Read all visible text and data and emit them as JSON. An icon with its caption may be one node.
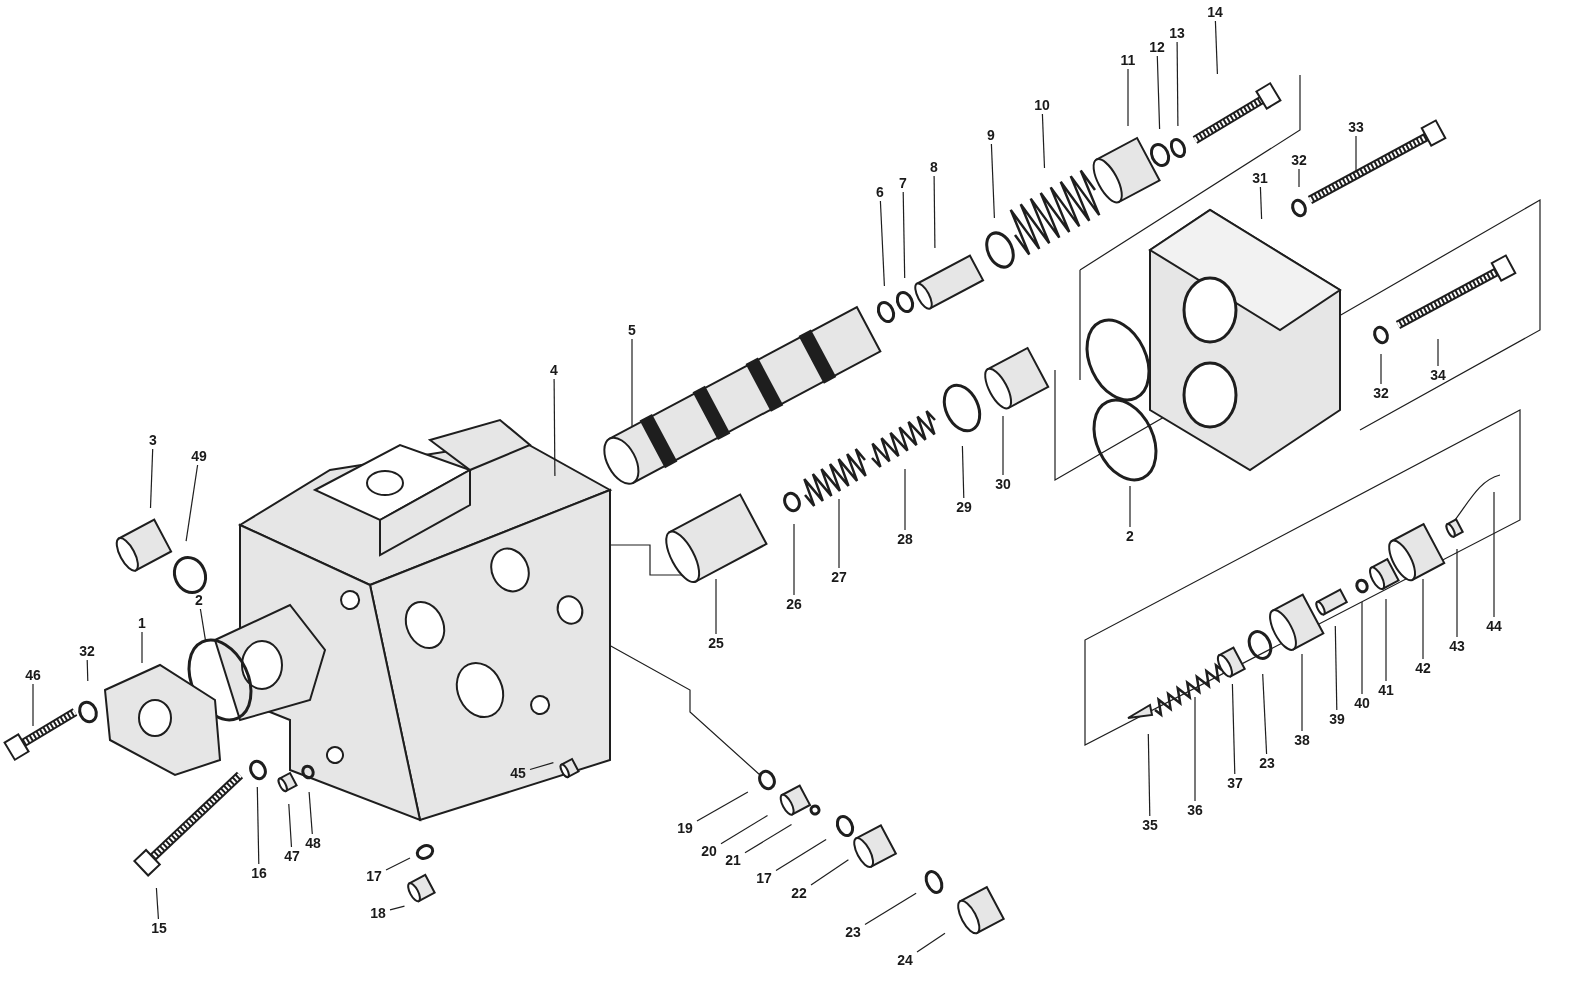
{
  "diagram": {
    "nodes": [
      {
        "text": [
          "14"
        ]
      },
      {
        "text": [
          "11"
        ]
      },
      {
        "text": [
          "12"
        ]
      },
      {
        "text": [
          "13"
        ]
      },
      {
        "text": [
          "10"
        ]
      },
      {
        "text": [
          "9"
        ]
      },
      {
        "text": [
          "8"
        ]
      },
      {
        "text": [
          "7"
        ]
      },
      {
        "text": [
          "6"
        ]
      },
      {
        "text": [
          "33"
        ]
      },
      {
        "text": [
          "32"
        ]
      },
      {
        "text": [
          "31"
        ]
      },
      {
        "text": [
          "5"
        ]
      },
      {
        "text": [
          "4"
        ]
      },
      {
        "text": [
          "3"
        ]
      },
      {
        "text": [
          "49"
        ]
      },
      {
        "text": [
          "30"
        ]
      },
      {
        "text": [
          "29"
        ]
      },
      {
        "text": [
          "28"
        ]
      },
      {
        "text": [
          "27"
        ]
      },
      {
        "text": [
          "26"
        ]
      },
      {
        "text": [
          "25"
        ]
      },
      {
        "text": [
          "2"
        ]
      },
      {
        "text": [
          "34"
        ]
      },
      {
        "text": [
          "32"
        ]
      },
      {
        "text": [
          "44"
        ]
      },
      {
        "text": [
          "43"
        ]
      },
      {
        "text": [
          "42"
        ]
      },
      {
        "text": [
          "41"
        ]
      },
      {
        "text": [
          "40"
        ]
      },
      {
        "text": [
          "39"
        ]
      },
      {
        "text": [
          "38"
        ]
      },
      {
        "text": [
          "23"
        ]
      },
      {
        "text": [
          "37"
        ]
      },
      {
        "text": [
          "36"
        ]
      },
      {
        "text": [
          "35"
        ]
      },
      {
        "text": [
          "1"
        ]
      },
      {
        "text": [
          "2"
        ]
      },
      {
        "text": [
          "32"
        ]
      },
      {
        "text": [
          "46"
        ]
      },
      {
        "text": [
          "45"
        ]
      },
      {
        "text": [
          "16"
        ]
      },
      {
        "text": [
          "47"
        ]
      },
      {
        "text": [
          "48"
        ]
      },
      {
        "text": [
          "15"
        ]
      },
      {
        "text": [
          "17"
        ]
      },
      {
        "text": [
          "18"
        ]
      },
      {
        "text": [
          "19"
        ]
      },
      {
        "text": [
          "20"
        ]
      },
      {
        "text": [
          "21"
        ]
      },
      {
        "text": [
          "17"
        ]
      },
      {
        "text": [
          "22"
        ]
      },
      {
        "text": [
          "23"
        ]
      },
      {
        "text": [
          "24"
        ]
      }
    ],
    "edges": [
      {
        "from": 0,
        "to": null,
        "arrow": "none"
      },
      {
        "from": 1,
        "to": null,
        "arrow": "none"
      },
      {
        "from": 2,
        "to": null,
        "arrow": "none"
      },
      {
        "from": 3,
        "to": null,
        "arrow": "none"
      },
      {
        "from": 4,
        "to": null,
        "arrow": "none"
      },
      {
        "from": 5,
        "to": null,
        "arrow": "none"
      },
      {
        "from": 6,
        "to": null,
        "arrow": "none"
      },
      {
        "from": 7,
        "to": null,
        "arrow": "none"
      },
      {
        "from": 8,
        "to": null,
        "arrow": "none"
      },
      {
        "from": 9,
        "to": null,
        "arrow": "none"
      },
      {
        "from": 10,
        "to": null,
        "arrow": "none"
      },
      {
        "from": 11,
        "to": null,
        "arrow": "none"
      },
      {
        "from": 12,
        "to": null,
        "arrow": "none"
      },
      {
        "from": 13,
        "to": null,
        "arrow": "none"
      },
      {
        "from": 14,
        "to": null,
        "arrow": "none"
      },
      {
        "from": 15,
        "to": null,
        "arrow": "none"
      },
      {
        "from": 16,
        "to": null,
        "arrow": "none"
      },
      {
        "from": 17,
        "to": null,
        "arrow": "none"
      },
      {
        "from": 18,
        "to": null,
        "arrow": "none"
      },
      {
        "from": 19,
        "to": null,
        "arrow": "none"
      },
      {
        "from": 20,
        "to": null,
        "arrow": "none"
      },
      {
        "from": 21,
        "to": null,
        "arrow": "none"
      },
      {
        "from": 22,
        "to": null,
        "arrow": "none"
      },
      {
        "from": 23,
        "to": null,
        "arrow": "none"
      },
      {
        "from": 24,
        "to": null,
        "arrow": "none"
      },
      {
        "from": 25,
        "to": null,
        "arrow": "none"
      },
      {
        "from": 26,
        "to": null,
        "arrow": "none"
      },
      {
        "from": 27,
        "to": null,
        "arrow": "none"
      },
      {
        "from": 28,
        "to": null,
        "arrow": "none"
      },
      {
        "from": 29,
        "to": null,
        "arrow": "none"
      },
      {
        "from": 30,
        "to": null,
        "arrow": "none"
      },
      {
        "from": 31,
        "to": null,
        "arrow": "none"
      },
      {
        "from": 32,
        "to": null,
        "arrow": "none"
      },
      {
        "from": 33,
        "to": null,
        "arrow": "none"
      },
      {
        "from": 34,
        "to": null,
        "arrow": "none"
      },
      {
        "from": 35,
        "to": null,
        "arrow": "none"
      },
      {
        "from": 36,
        "to": null,
        "arrow": "none"
      },
      {
        "from": 37,
        "to": null,
        "arrow": "none"
      },
      {
        "from": 38,
        "to": null,
        "arrow": "none"
      },
      {
        "from": 39,
        "to": null,
        "arrow": "none"
      },
      {
        "from": 40,
        "to": null,
        "arrow": "none"
      },
      {
        "from": 41,
        "to": null,
        "arrow": "none"
      },
      {
        "from": 42,
        "to": null,
        "arrow": "none"
      },
      {
        "from": 43,
        "to": null,
        "arrow": "none"
      },
      {
        "from": 44,
        "to": null,
        "arrow": "none"
      },
      {
        "from": 45,
        "to": null,
        "arrow": "none"
      },
      {
        "from": 46,
        "to": null,
        "arrow": "none"
      },
      {
        "from": 47,
        "to": null,
        "arrow": "none"
      },
      {
        "from": 48,
        "to": null,
        "arrow": "none"
      },
      {
        "from": 49,
        "to": null,
        "arrow": "none"
      },
      {
        "from": 50,
        "to": null,
        "arrow": "none"
      },
      {
        "from": 51,
        "to": null,
        "arrow": "none"
      },
      {
        "from": 52,
        "to": null,
        "arrow": "none"
      },
      {
        "from": 53,
        "to": null,
        "arrow": "none"
      }
    ]
  }
}
